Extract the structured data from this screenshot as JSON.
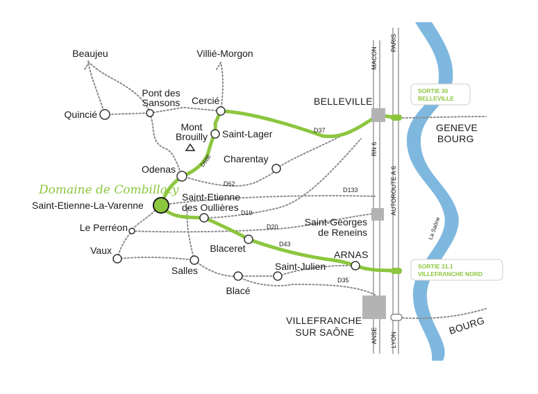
{
  "estate": {
    "name": "Domaine de Combillaty",
    "village": "Saint-Etienne-La-Varenne"
  },
  "places": {
    "beaujeu": "Beaujeu",
    "villie_morgon": "Villié-Morgon",
    "pont_des_sansons_1": "Pont des",
    "pont_des_sansons_2": "Sansons",
    "quincie": "Quincié",
    "cercie": "Cercié",
    "mont_brouilly_1": "Mont",
    "mont_brouilly_2": "Brouilly",
    "saint_lager": "Saint-Lager",
    "charentay": "Charentay",
    "odenas": "Odenas",
    "saint_etienne_oullieres_1": "Saint-Etienne",
    "saint_etienne_oullieres_2": "des Oullières",
    "le_perreon": "Le Perréon",
    "vaux": "Vaux",
    "salles": "Salles",
    "blaceret": "Blaceret",
    "blace": "Blacé",
    "saint_julien": "Saint-Julien",
    "arnas": "ARNAS",
    "belleville": "BELLEVILLE",
    "saint_georges_1": "Saint-Georges",
    "saint_georges_2": "de Reneins",
    "villefranche_1": "VILLEFRANCHE",
    "villefranche_2": "SUR SAÔNE",
    "geneve_1": "GENEVE",
    "geneve_2": "BOURG",
    "bourg": "BOURG"
  },
  "roads": {
    "d37": "D37",
    "d68e": "D68E",
    "d62": "D62",
    "d133": "D133",
    "d19": "D19",
    "d20": "D20",
    "d43": "D43",
    "d35": "D35",
    "rn6": "RN 6",
    "autoroute": "AUTOROUTE  A 6"
  },
  "highway_ends": {
    "macon": "MACON",
    "paris": "PARIS",
    "anse": "ANSE",
    "lyon": "LYON"
  },
  "exits": {
    "exit30_line1": "SORTIE 30",
    "exit30_line2": "BELLEVILLE",
    "exit31_line1": "SORTIE 31.1",
    "exit31_line2": "VILLEFRANCHE NORD"
  },
  "river": "La Saône",
  "colors": {
    "route_green": "#8cc63f",
    "river_blue": "#7fb8df",
    "dotted_road": "#8a8a8a",
    "highway": "#999999"
  }
}
